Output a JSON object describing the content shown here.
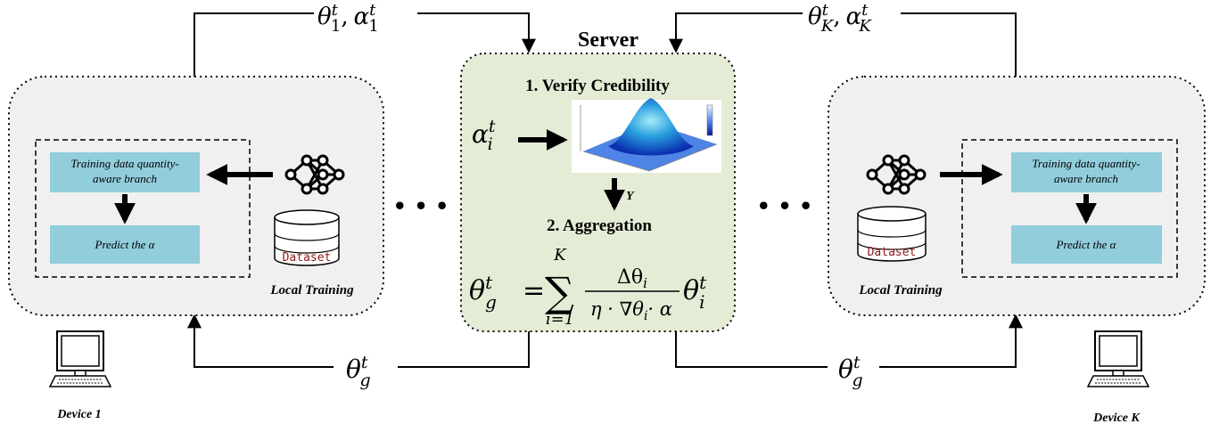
{
  "server": {
    "title": "Server",
    "step1_label": "1. Verify Credibility",
    "step2_label": "2. Aggregation",
    "branch_label": "Y",
    "alpha_input": {
      "base": "α",
      "sub": "i",
      "sup": "t"
    },
    "formula": {
      "lhs": {
        "base": "θ",
        "sub": "g",
        "sup": "t"
      },
      "equals": "=",
      "sum_symbol": "∑",
      "sum_upper": "K",
      "sum_lower": "i=1",
      "numerator": "Δθ",
      "numerator_sub": "i",
      "denominator": "η · ∇θ",
      "denominator_sub": "i",
      "denominator_tail": "· α",
      "rhs": {
        "base": "θ",
        "sub": "i",
        "sup": "t"
      }
    }
  },
  "left_device": {
    "upload_label": {
      "theta": "θ",
      "theta_sub": "1",
      "theta_sup": "t",
      "sep": ",",
      "alpha": "α",
      "alpha_sub": "1",
      "alpha_sup": "t"
    },
    "download_label": {
      "base": "θ",
      "sub": "g",
      "sup": "t"
    },
    "branch_box_label_line1": "Training data quantity-",
    "branch_box_label_line2": "aware branch",
    "predict_label": "Predict the α",
    "dataset_label": "Dataset",
    "section_label": "Local Training",
    "device_label": "Device 1"
  },
  "right_device": {
    "upload_label": {
      "theta": "θ",
      "theta_sub": "K",
      "theta_sup": "t",
      "sep": ",",
      "alpha": "α",
      "alpha_sub": "K",
      "alpha_sup": "t"
    },
    "download_label": {
      "base": "θ",
      "sub": "g",
      "sup": "t"
    },
    "branch_box_label_line1": "Training data quantity-",
    "branch_box_label_line2": "aware branch",
    "predict_label": "Predict the α",
    "dataset_label": "Dataset",
    "section_label": "Local Training",
    "device_label": "Device K"
  },
  "ellipsis": "• • •",
  "colors": {
    "device_panel_fill": "#f0f0f0",
    "server_panel_fill": "#e4ecd6",
    "box_fill": "#92cddc",
    "dataset_text": "#8b1a1a",
    "line": "#000000"
  }
}
